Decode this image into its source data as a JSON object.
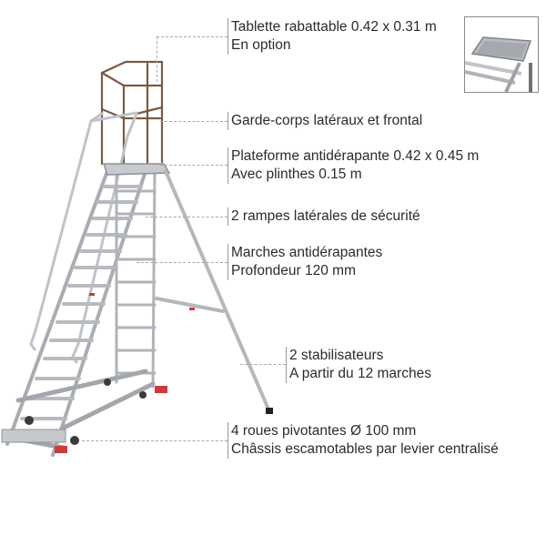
{
  "diagram": {
    "subject": "Mobile platform ladder with folding tray",
    "inset": {
      "name": "tablette-rabattable-photo",
      "description": "Folding tray close-up"
    },
    "callouts": [
      {
        "id": "tablette",
        "lines": [
          "Tablette rabattable 0.42 x 0.31 m",
          "En option"
        ]
      },
      {
        "id": "garde-corps",
        "lines": [
          "Garde-corps latéraux et frontal"
        ]
      },
      {
        "id": "plateforme",
        "lines": [
          "Plateforme antidérapante 0.42 x 0.45 m",
          "Avec plinthes 0.15 m"
        ]
      },
      {
        "id": "rampes",
        "lines": [
          "2 rampes latérales de sécurité"
        ]
      },
      {
        "id": "marches",
        "lines": [
          "Marches antidérapantes",
          "Profondeur 120 mm"
        ]
      },
      {
        "id": "stabilisateurs",
        "lines": [
          "2 stabilisateurs",
          "A partir du 12 marches"
        ]
      },
      {
        "id": "roues",
        "lines": [
          "4 roues pivotantes Ø 100 mm",
          "Châssis escamotables par levier centralisé"
        ]
      }
    ],
    "colors": {
      "aluminium": "#c9ccd0",
      "aluminium_dark": "#8d9196",
      "guardrail": "#7a5a45",
      "leader": "#a8a8a8",
      "text": "#2b2b2b",
      "reflector": "#d33a3a"
    }
  }
}
